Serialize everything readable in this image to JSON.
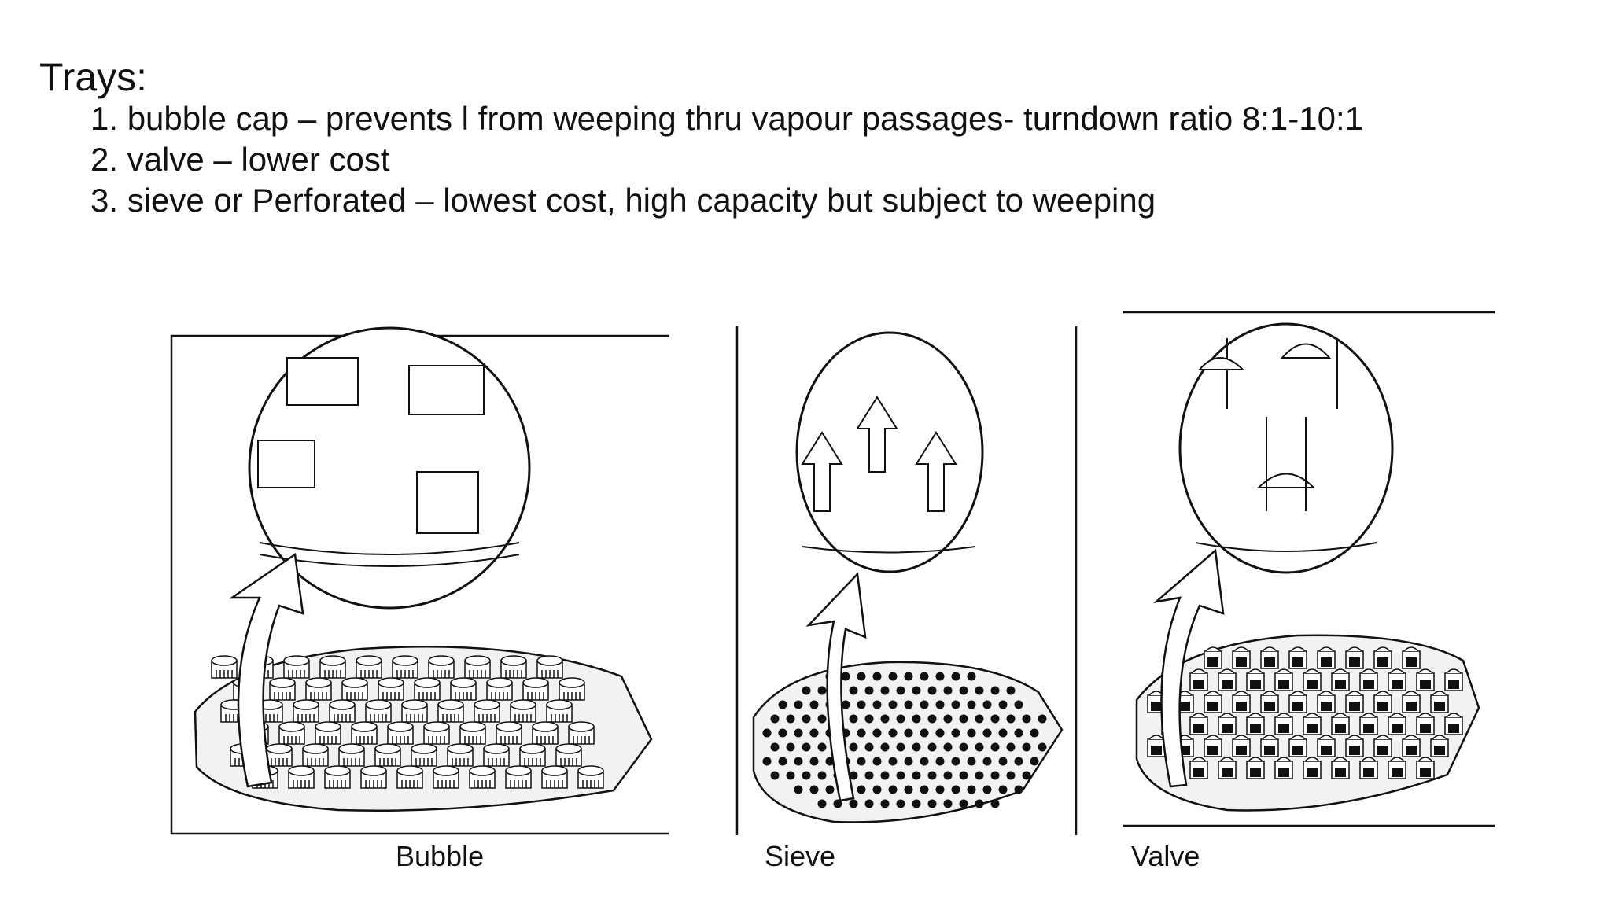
{
  "slide": {
    "title": "Trays:",
    "items": [
      {
        "number": "1.",
        "text": "bubble cap – prevents l from weeping thru vapour passages- turndown ratio 8:1-10:1"
      },
      {
        "number": "2.",
        "text": "valve – lower cost"
      },
      {
        "number": "3.",
        "text": "sieve or Perforated – lowest cost, high capacity but subject to weeping"
      }
    ]
  },
  "figure": {
    "captions": {
      "bubble": "Bubble",
      "sieve": "Sieve",
      "valve": "Valve"
    },
    "colors": {
      "line": "#111111",
      "fill": "#ffffff",
      "shade": "#e8e8e8",
      "hole": "#111111"
    }
  }
}
